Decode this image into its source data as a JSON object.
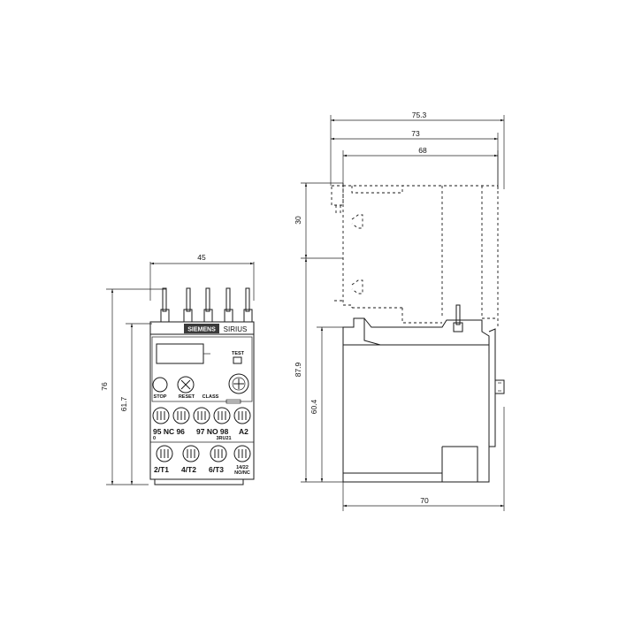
{
  "front_view": {
    "dimensions": {
      "width": "45",
      "height_total": "76",
      "height_body": "61.7"
    },
    "brand": "SIEMENS",
    "series": "SIRIUS",
    "labels": {
      "test": "TEST",
      "stop": "STOP",
      "reset": "RESET",
      "class": "CLASS",
      "aux_left": "95 NC 96",
      "aux_mid": "97  NO 98",
      "aux_right": "A2",
      "small_mark": "3RU21",
      "zero_mark": "0",
      "t1": "2/T1",
      "t2": "4/T2",
      "t3": "6/T3",
      "t_aux": "14/22\nNO/NC"
    }
  },
  "side_view": {
    "dimensions": {
      "top_1": "75.3",
      "top_2": "73",
      "top_3": "68",
      "left_top": "30",
      "left_full": "87.9",
      "left_mid": "60.4",
      "bottom": "70"
    }
  },
  "colors": {
    "line": "#1a1a1a",
    "background": "#ffffff",
    "brand_fill": "#3a3a3a"
  }
}
